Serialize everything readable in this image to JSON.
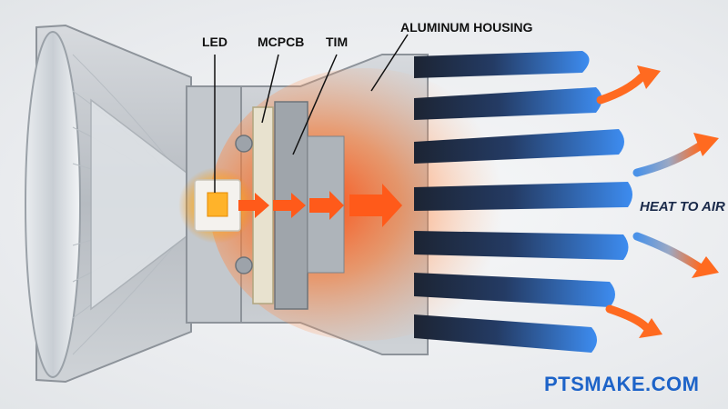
{
  "labels": {
    "led": "LED",
    "mcpcb": "MCPCB",
    "tim": "TIM",
    "housing": "ALUMINUM HOUSING",
    "heat_to_air": "HEAT TO AIR"
  },
  "brand": "PTSMAKE.COM",
  "colors": {
    "heat": "#ff5a1a",
    "cool": "#2f7de0",
    "brand": "#1d63c8",
    "metal": "#b9bec4"
  }
}
